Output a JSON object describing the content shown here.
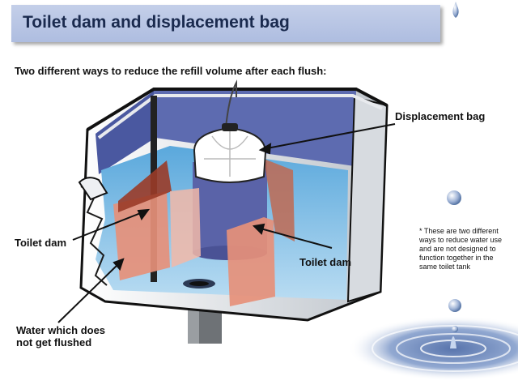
{
  "header": {
    "title": "Toilet dam and displacement bag"
  },
  "subtitle": "Two different ways to reduce the refill volume after each flush:",
  "labels": {
    "displacement_bag": "Displacement bag",
    "toilet_dam_left": "Toilet dam",
    "toilet_dam_right": "Toilet dam",
    "water_line1": "Water which does",
    "water_line2": "not get flushed"
  },
  "note": "* These are two different ways to reduce water use and are not designed to function together in the same toilet tank",
  "colors": {
    "title_bar": "#aebde0",
    "tank_inner": "#5d6bb0",
    "water": "#88bfe6",
    "dam": "#e6907a",
    "dam_dark": "#9a3b28",
    "bag": "#ffffff"
  }
}
